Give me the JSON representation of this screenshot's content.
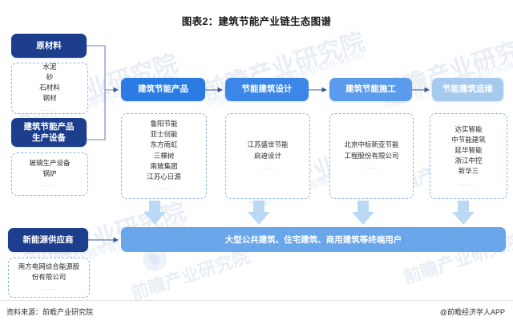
{
  "title": "图表2：建筑节能产业链生态图谱",
  "colors": {
    "navy": "#1C3E8C",
    "blue_1": "#2B7BE4",
    "blue_2": "#3C86E8",
    "blue_3": "#5B9BEC",
    "blue_4": "#A6C9EE",
    "bottom_bar": "#6AA6EA",
    "dashed_border": "#8FB6E6",
    "arrow": "#3A5A9B",
    "fat_arrow": "#BBD8F5"
  },
  "upstream": {
    "raw_materials": {
      "label": "原材料",
      "items": [
        "水泥",
        "砂",
        "石材料",
        "钢材"
      ],
      "dots": "......"
    },
    "equipment": {
      "label": "建筑节能产品\n生产设备",
      "label_line1": "建筑节能产品",
      "label_line2": "生产设备",
      "items": [
        "玻璃生产设备",
        "锅炉"
      ],
      "dots": "......"
    }
  },
  "chain": [
    {
      "label": "建筑节能产品",
      "color_key": "blue_1",
      "items": [
        "鲁阳节能",
        "亚士创能",
        "东方雨虹",
        "三棵树",
        "南玻集团",
        "江苏心日源"
      ],
      "dots": "......"
    },
    {
      "label": "节能建筑设计",
      "color_key": "blue_2",
      "items": [
        "江苏盛世节能",
        "启迪设计"
      ],
      "dots": "......"
    },
    {
      "label": "建筑节能施工",
      "color_key": "blue_3",
      "items": [
        "北京中标新亚节能",
        "工程股份有限公司"
      ],
      "dots": "......"
    },
    {
      "label": "节能建筑运维",
      "color_key": "blue_4",
      "items": [
        "达实智能",
        "中节能建筑",
        "延华智能",
        "浙江中控",
        "新华三"
      ],
      "dots": "......"
    }
  ],
  "supplier": {
    "label": "新能源供应商",
    "items": [
      "南方电网综合能源股",
      "份有限公司"
    ],
    "dots": "......"
  },
  "end_users": {
    "label": "大型公共建筑、住宅建筑、商用建筑等终端用户"
  },
  "footer": {
    "source": "资料来源：前瞻产业研究院",
    "app": "@前瞻经济学人APP"
  },
  "watermarks": {
    "brand": "前瞻产业研究院",
    "sub": "中国产业咨询领导者(400-639-9936)"
  }
}
